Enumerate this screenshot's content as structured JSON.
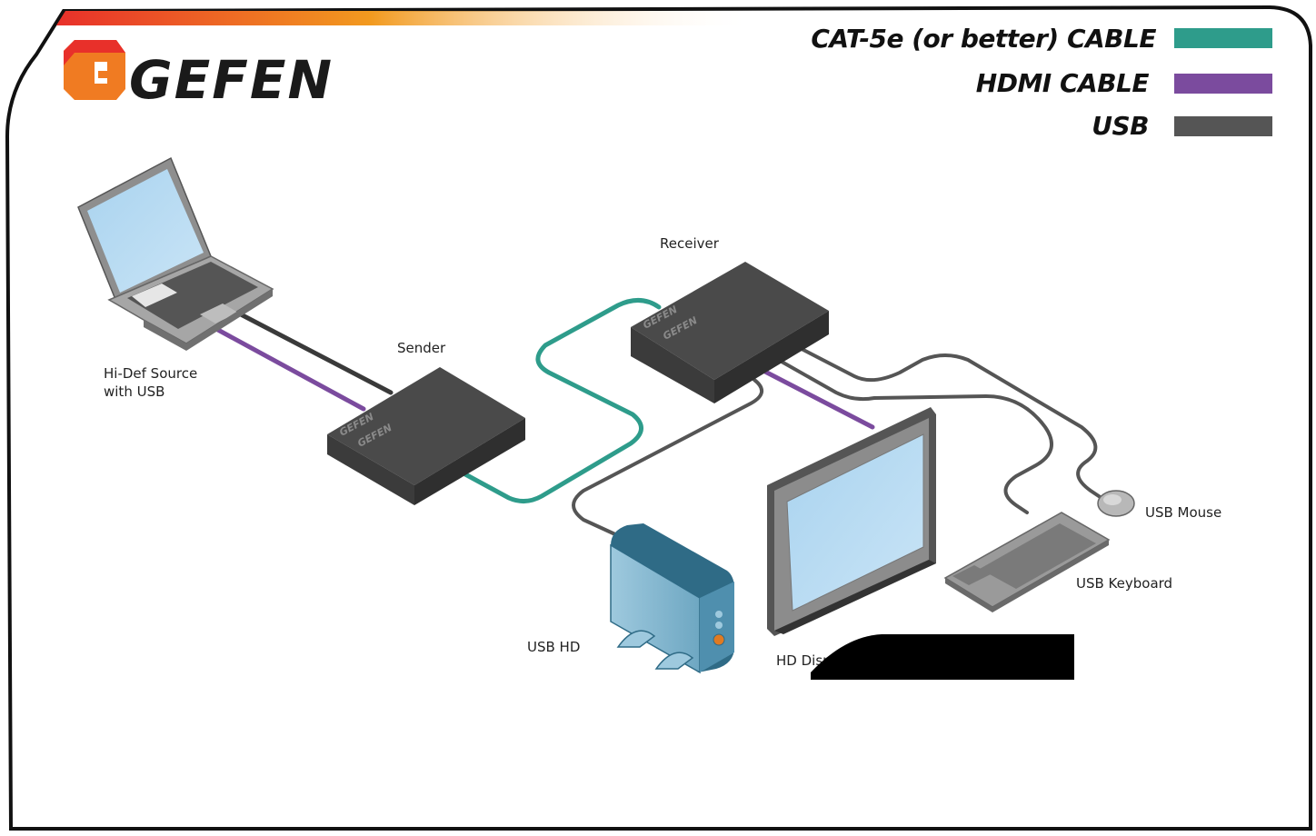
{
  "brand": {
    "name": "GEFEN",
    "box_badge": "GEFEN"
  },
  "legend": [
    {
      "label": "CAT-5e (or better) CABLE",
      "color": "#2e9c8b"
    },
    {
      "label": "HDMI CABLE",
      "color": "#7b4b9e"
    },
    {
      "label": "USB",
      "color": "#555555"
    }
  ],
  "devices": {
    "source": {
      "line1": "Hi-Def Source",
      "line2": "with USB"
    },
    "sender": {
      "label": "Sender"
    },
    "receiver": {
      "label": "Receiver"
    },
    "usb_hd": {
      "label": "USB HD"
    },
    "display": {
      "label": "HD Displ"
    },
    "mouse": {
      "label": "USB Mouse"
    },
    "keyboard": {
      "label": "USB Keyboard"
    }
  },
  "colors": {
    "cat5": "#2e9c8b",
    "hdmi": "#7b4b9e",
    "usb": "#555555",
    "frame": "#111111"
  }
}
